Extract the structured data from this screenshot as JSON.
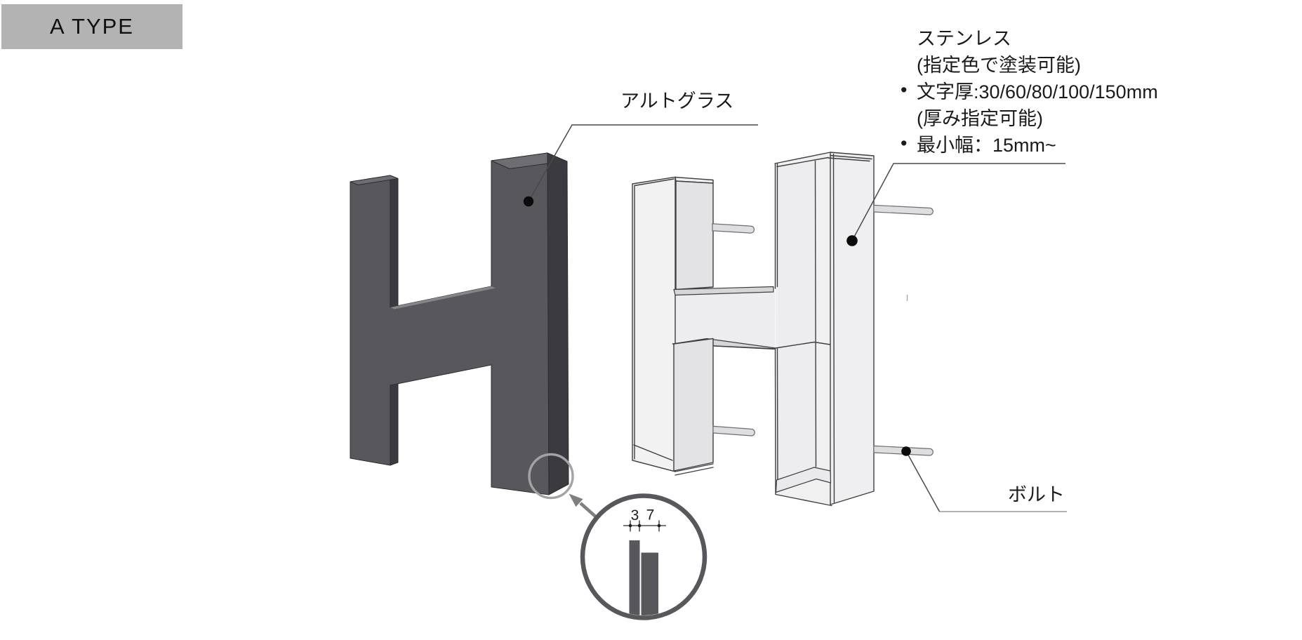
{
  "type_label": "A TYPE",
  "labels": {
    "face_material": "アルトグラス",
    "bolt": "ボルト"
  },
  "spec": {
    "lines": [
      {
        "bullet": "",
        "text": "ステンレス"
      },
      {
        "bullet": "",
        "text": "(指定色で塗装可能)"
      },
      {
        "bullet": "•",
        "text": "文字厚:30/60/80/100/150mm"
      },
      {
        "bullet": "",
        "text": "(厚み指定可能)"
      },
      {
        "bullet": "•",
        "text": "最小幅：15mm~"
      }
    ]
  },
  "detail": {
    "dims": [
      "3",
      "7"
    ]
  },
  "colors": {
    "label_box_bg": "#B3B3B3",
    "text_color": "#1A1A1A",
    "dark_face": "#58585C",
    "dark_return": "#3B3B3F",
    "dark_top": "#6E6E72",
    "dark_edge": "#2D2D30",
    "crossbar_top": "#85858A",
    "light_fill": "#F2F2F3",
    "light_wall": "#EFEFF1",
    "light_inner": "#E3E3E6",
    "light_interior": "#F0F0F1",
    "light_innerpanel": "#EDEDEF",
    "light_xbar": "#EDEDEF",
    "light_strip": "#D6D6D9",
    "light_floor": "#EAEAEC",
    "bolt_fill": "#DEDEE1",
    "bolt_stroke": "#6E6E72",
    "line": "#3F3F42",
    "leader": "#4A4A4C",
    "leader_light": "#9A9A9D",
    "detail_ring": "#58585C",
    "highlight_ring": "#A3A3A5",
    "arrow": "#7F7F82"
  }
}
